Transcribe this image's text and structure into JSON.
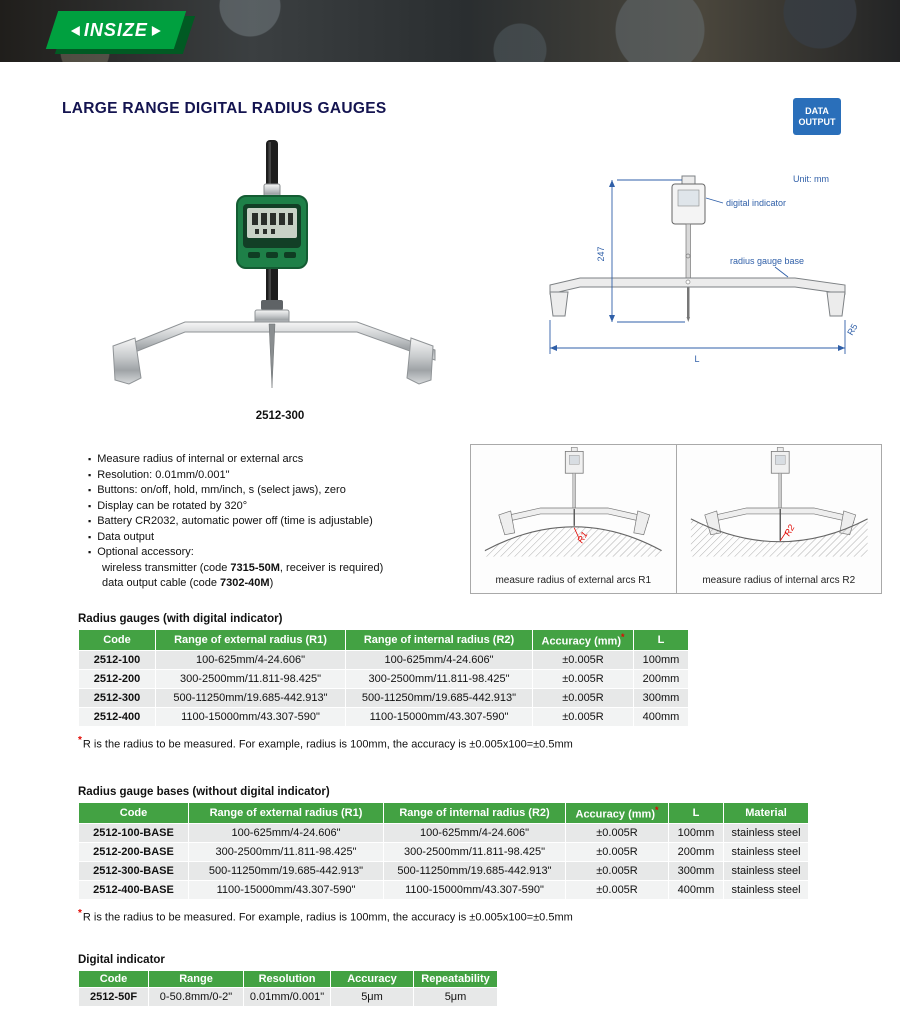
{
  "header": {
    "brand": "INSIZE"
  },
  "title": "LARGE RANGE DIGITAL RADIUS GAUGES",
  "badge": {
    "line1": "DATA",
    "line2": "OUTPUT"
  },
  "product": {
    "caption": "2512-300"
  },
  "diagram": {
    "unit": "Unit: mm",
    "label_indicator": "digital indicator",
    "label_base": "radius gauge base",
    "dim_height": "247",
    "dim_length": "L",
    "dim_radius": "R5"
  },
  "features": {
    "items": [
      {
        "bullet": true,
        "text": "Measure radius of internal or external arcs"
      },
      {
        "bullet": true,
        "text": "Resolution: 0.01mm/0.001\""
      },
      {
        "bullet": true,
        "text": "Buttons: on/off, hold, mm/inch, s (select jaws), zero"
      },
      {
        "bullet": true,
        "text": "Display can be rotated by 320°"
      },
      {
        "bullet": true,
        "text": "Battery CR2032, automatic power off (time is adjustable)"
      },
      {
        "bullet": true,
        "text": "Data output"
      },
      {
        "bullet": true,
        "text": "Optional accessory:"
      },
      {
        "bullet": false,
        "parts": [
          {
            "t": "wireless transmitter (code "
          },
          {
            "t": "7315-50M",
            "b": true
          },
          {
            "t": ", receiver is required)"
          }
        ]
      },
      {
        "bullet": false,
        "parts": [
          {
            "t": "data output cable (code "
          },
          {
            "t": "7302-40M",
            "b": true
          },
          {
            "t": ")"
          }
        ]
      }
    ]
  },
  "illustrations": {
    "left_caption": "measure radius of external arcs R1",
    "right_caption": "measure radius of internal arcs R2",
    "left_label": "R1",
    "right_label": "R2"
  },
  "footnote": {
    "star": "*",
    "text": "R is the radius to be measured. For example, radius is 100mm, the accuracy is ±0.005x100=±0.5mm"
  },
  "tables": [
    {
      "title": "Radius gauges (with digital indicator)",
      "headers": [
        "Code",
        "Range of external radius (R1)",
        "Range of internal radius (R2)",
        "Accuracy (mm)",
        "L"
      ],
      "star_col": 3,
      "rows": [
        [
          "2512-100",
          "100-625mm/4-24.606\"",
          "100-625mm/4-24.606\"",
          "±0.005R",
          "100mm"
        ],
        [
          "2512-200",
          "300-2500mm/11.811-98.425\"",
          "300-2500mm/11.811-98.425\"",
          "±0.005R",
          "200mm"
        ],
        [
          "2512-300",
          "500-11250mm/19.685-442.913\"",
          "500-11250mm/19.685-442.913\"",
          "±0.005R",
          "300mm"
        ],
        [
          "2512-400",
          "1100-15000mm/43.307-590\"",
          "1100-15000mm/43.307-590\"",
          "±0.005R",
          "400mm"
        ]
      ]
    },
    {
      "title": "Radius gauge bases (without digital indicator)",
      "headers": [
        "Code",
        "Range of external radius (R1)",
        "Range of internal radius (R2)",
        "Accuracy (mm)",
        "L",
        "Material"
      ],
      "star_col": 3,
      "rows": [
        [
          "2512-100-BASE",
          "100-625mm/4-24.606\"",
          "100-625mm/4-24.606\"",
          "±0.005R",
          "100mm",
          "stainless steel"
        ],
        [
          "2512-200-BASE",
          "300-2500mm/11.811-98.425\"",
          "300-2500mm/11.811-98.425\"",
          "±0.005R",
          "200mm",
          "stainless steel"
        ],
        [
          "2512-300-BASE",
          "500-11250mm/19.685-442.913\"",
          "500-11250mm/19.685-442.913\"",
          "±0.005R",
          "300mm",
          "stainless steel"
        ],
        [
          "2512-400-BASE",
          "1100-15000mm/43.307-590\"",
          "1100-15000mm/43.307-590\"",
          "±0.005R",
          "400mm",
          "stainless steel"
        ]
      ]
    },
    {
      "title": "Digital indicator",
      "headers": [
        "Code",
        "Range",
        "Resolution",
        "Accuracy",
        "Repeatability"
      ],
      "star_col": -1,
      "rows": [
        [
          "2512-50F",
          "0-50.8mm/0-2\"",
          "0.01mm/0.001\"",
          "5μm",
          "5μm"
        ]
      ]
    }
  ],
  "colors": {
    "brand_green": "#00A03F",
    "table_green": "#43A243",
    "badge_blue": "#2A6FBA",
    "dim_blue": "#2F5FA8",
    "note_red": "#E10600"
  }
}
